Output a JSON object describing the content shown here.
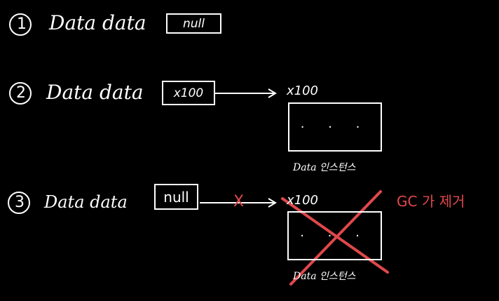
{
  "colors": {
    "background": "#000000",
    "ink": "#ffffff",
    "accent": "#e0484b"
  },
  "step1": {
    "number": "1",
    "declaration": "Data data",
    "value": "null"
  },
  "step2": {
    "number": "2",
    "declaration": "Data data",
    "value": "x100",
    "address": "x100",
    "dots": "· · ·",
    "instance_label": "Data 인스턴스"
  },
  "step3": {
    "number": "3",
    "declaration": "Data data",
    "value": "null",
    "cut_mark": "X",
    "address": "x100",
    "dots": "· · ·",
    "instance_label": "Data 인스턴스",
    "gc_label": "GC 가 제거"
  }
}
